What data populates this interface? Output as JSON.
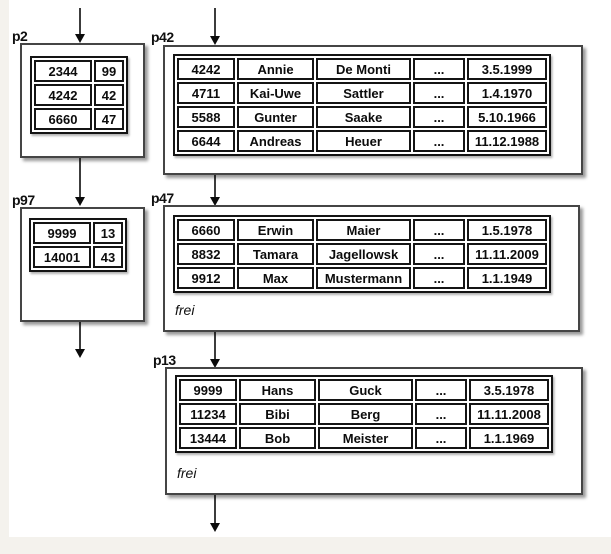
{
  "colors": {
    "margin_strip": "#f4f2ed",
    "slide_background": "#ffffff",
    "box_border": "#454545",
    "table_border": "#141414",
    "arrow": "#0b0b0b"
  },
  "arrows": [
    "arrow-into-p2",
    "arrow-p2-to-p97",
    "arrow-out-of-p97",
    "arrow-into-p42",
    "arrow-p42-to-p47",
    "arrow-p47-to-p13",
    "arrow-out-of-p13"
  ],
  "pages": {
    "p2": {
      "label": "p2",
      "rows": [
        [
          "2344",
          "99"
        ],
        [
          "4242",
          "42"
        ],
        [
          "6660",
          "47"
        ]
      ]
    },
    "p97": {
      "label": "p97",
      "rows": [
        [
          "9999",
          "13"
        ],
        [
          "14001",
          "43"
        ]
      ]
    },
    "p42": {
      "label": "p42",
      "rows": [
        [
          "4242",
          "Annie",
          "De Monti",
          "...",
          "3.5.1999"
        ],
        [
          "4711",
          "Kai-Uwe",
          "Sattler",
          "...",
          "1.4.1970"
        ],
        [
          "5588",
          "Gunter",
          "Saake",
          "...",
          "5.10.1966"
        ],
        [
          "6644",
          "Andreas",
          "Heuer",
          "...",
          "11.12.1988"
        ]
      ]
    },
    "p47": {
      "label": "p47",
      "free_label": "frei",
      "rows": [
        [
          "6660",
          "Erwin",
          "Maier",
          "...",
          "1.5.1978"
        ],
        [
          "8832",
          "Tamara",
          "Jagellowsk",
          "...",
          "11.11.2009"
        ],
        [
          "9912",
          "Max",
          "Mustermann",
          "...",
          "1.1.1949"
        ]
      ]
    },
    "p13": {
      "label": "p13",
      "free_label": "frei",
      "rows": [
        [
          "9999",
          "Hans",
          "Guck",
          "...",
          "3.5.1978"
        ],
        [
          "11234",
          "Bibi",
          "Berg",
          "...",
          "11.11.2008"
        ],
        [
          "13444",
          "Bob",
          "Meister",
          "...",
          "1.1.1969"
        ]
      ]
    }
  }
}
